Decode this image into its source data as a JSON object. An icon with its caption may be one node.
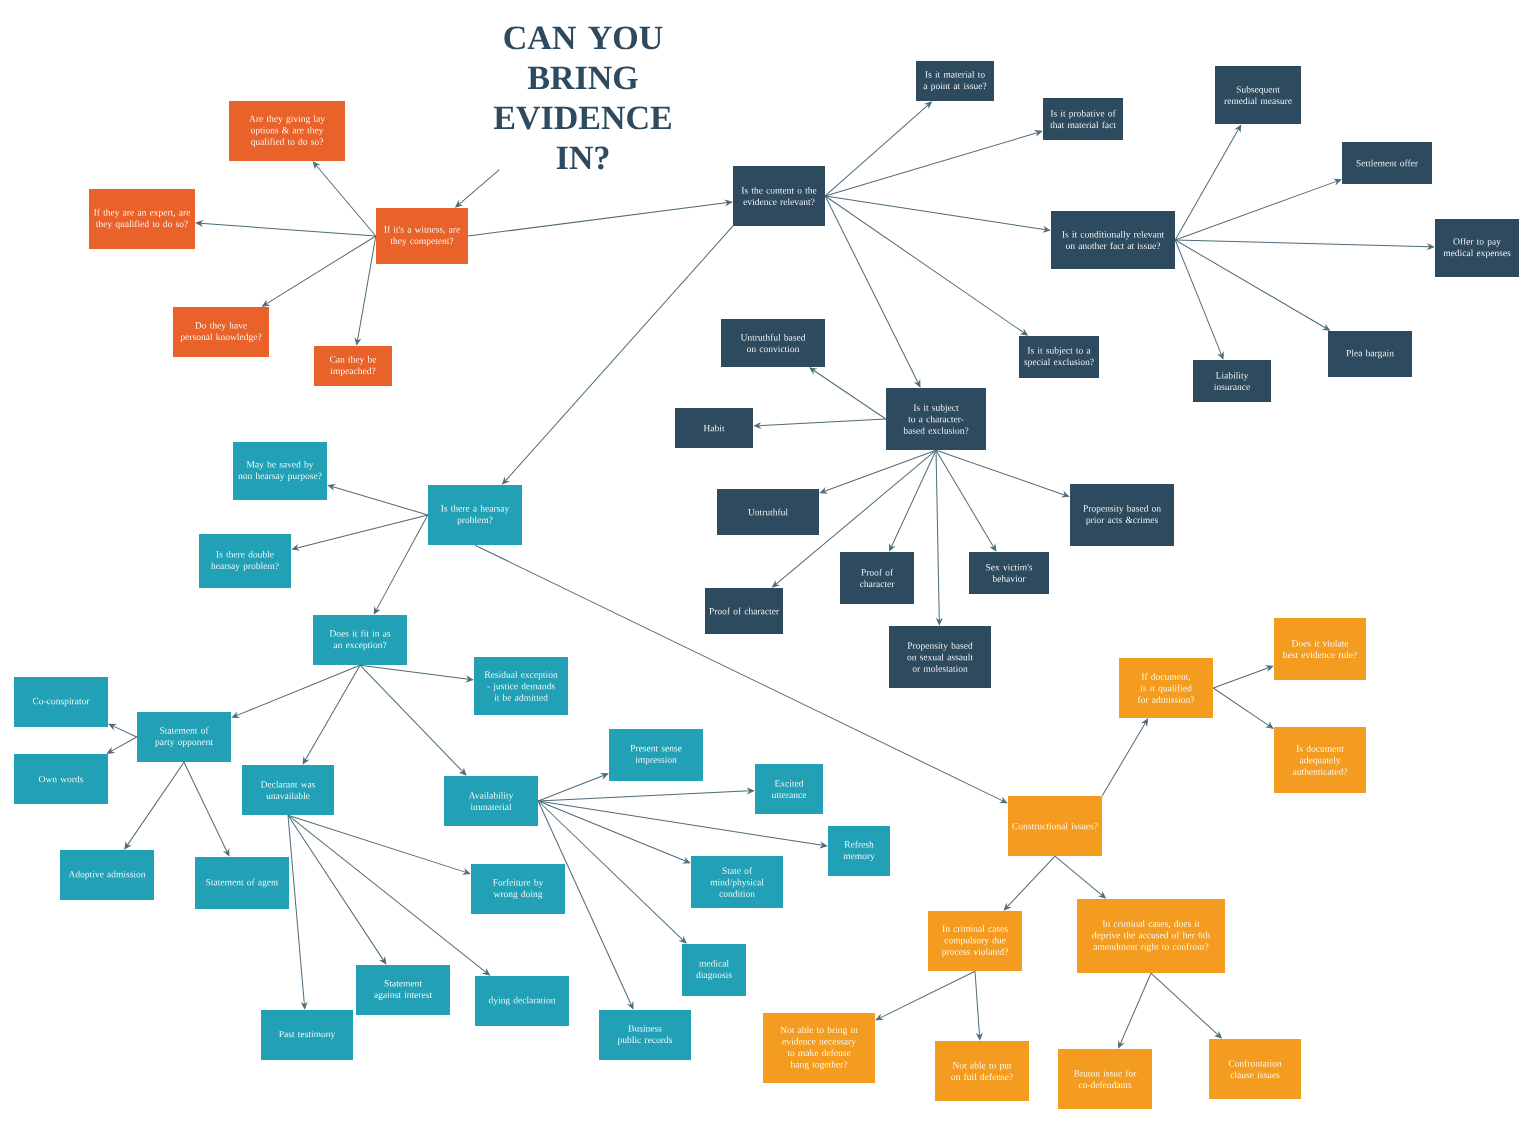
{
  "diagram": {
    "nodes": [
      {
        "text": [
          "CAN YOU BRING EVIDENCE IN?"
        ]
      },
      {
        "text": [
          "If it's a witness, are they competent?"
        ]
      },
      {
        "text": [
          "Are they giving lay options & are they qualified to do so?"
        ]
      },
      {
        "text": [
          "If they are an expert, are they qualified to do so?"
        ]
      },
      {
        "text": [
          "Do they have personal knowledge?"
        ]
      },
      {
        "text": [
          "Can they be impeached?"
        ]
      },
      {
        "text": [
          "Is the content o the evidence relevant?"
        ]
      },
      {
        "text": [
          "Is it material to a point at issue?"
        ]
      },
      {
        "text": [
          "Is it probative of that material fact"
        ]
      },
      {
        "text": [
          "Subsequent remedial measure"
        ]
      },
      {
        "text": [
          "Settlement offer"
        ]
      },
      {
        "text": [
          "Is it conditionally relevant on another fact at issue?"
        ]
      },
      {
        "text": [
          "Offer to pay medical expenses"
        ]
      },
      {
        "text": [
          "Untruthful based on conviction"
        ]
      },
      {
        "text": [
          "Is it subject to a special exclusion?"
        ]
      },
      {
        "text": [
          "Liability insurance"
        ]
      },
      {
        "text": [
          "Plea bargain"
        ]
      },
      {
        "text": [
          "Habit"
        ]
      },
      {
        "text": [
          "Is it subject to a character-based exclusion?"
        ]
      },
      {
        "text": [
          "May be saved by non hearsay purpose?"
        ]
      },
      {
        "text": [
          "Is there a hearsay problem?"
        ]
      },
      {
        "text": [
          "Untruthful"
        ]
      },
      {
        "text": [
          "Propensity based on prior acts &crimes"
        ]
      },
      {
        "text": [
          "Is there double hearsay problem?"
        ]
      },
      {
        "text": [
          "Proof of character"
        ]
      },
      {
        "text": [
          "Sex victim's behavior"
        ]
      },
      {
        "text": [
          "Proof of character"
        ]
      },
      {
        "text": [
          "Does it fit in as an exception?"
        ]
      },
      {
        "text": [
          "Propensity based on sexual assault or molestation"
        ]
      },
      {
        "text": [
          "Does it violate best evidence rule?"
        ]
      },
      {
        "text": [
          "Co-conspirator"
        ]
      },
      {
        "text": [
          "Residual exception - justice demands it be admitted"
        ]
      },
      {
        "text": [
          "If document, is it qualified for admission?"
        ]
      },
      {
        "text": [
          "Statement of party opponent"
        ]
      },
      {
        "text": [
          "Present sense impression"
        ]
      },
      {
        "text": [
          "Is document adequately authenticated?"
        ]
      },
      {
        "text": [
          "Own words"
        ]
      },
      {
        "text": [
          "Declarant was unavailable"
        ]
      },
      {
        "text": [
          "Excited utterance"
        ]
      },
      {
        "text": [
          "Availability immaterial"
        ]
      },
      {
        "text": [
          "Constructional issues?"
        ]
      },
      {
        "text": [
          "Refresh memory"
        ]
      },
      {
        "text": [
          "Adoptive admission"
        ]
      },
      {
        "text": [
          "Statement of agent"
        ]
      },
      {
        "text": [
          "Forfeiture by wrong doing"
        ]
      },
      {
        "text": [
          "State of mind/physical condition"
        ]
      },
      {
        "text": [
          "In criminal cases compulsory due process violated?"
        ]
      },
      {
        "text": [
          "In criminal cases, does it deprive the accused of her 6th amendment right to confront?"
        ]
      },
      {
        "text": [
          "medical diagnosis"
        ]
      },
      {
        "text": [
          "Statement against interest"
        ]
      },
      {
        "text": [
          "dying declaration"
        ]
      },
      {
        "text": [
          "Past testimony"
        ]
      },
      {
        "text": [
          "Business public records"
        ]
      },
      {
        "text": [
          "Not able to bring in evidence necessary to make defense hang together?"
        ]
      },
      {
        "text": [
          "Not able to put on full defense?"
        ]
      },
      {
        "text": [
          "Bruton issue for co-defendants"
        ]
      },
      {
        "text": [
          "Confrontation clause issues"
        ]
      }
    ],
    "edges": [
      {
        "from": 0,
        "to": 1,
        "arrow": "to"
      },
      {
        "from": 1,
        "to": 2,
        "arrow": "to"
      },
      {
        "from": 1,
        "to": 3,
        "arrow": "to"
      },
      {
        "from": 1,
        "to": 4,
        "arrow": "to"
      },
      {
        "from": 1,
        "to": 5,
        "arrow": "to"
      },
      {
        "from": 1,
        "to": 6,
        "arrow": "to"
      },
      {
        "from": 6,
        "to": 7,
        "arrow": "to"
      },
      {
        "from": 6,
        "to": 8,
        "arrow": "to"
      },
      {
        "from": 6,
        "to": 11,
        "arrow": "to"
      },
      {
        "from": 6,
        "to": 14,
        "arrow": "to"
      },
      {
        "from": 6,
        "to": 18,
        "arrow": "to"
      },
      {
        "from": 6,
        "to": 20,
        "arrow": "to"
      },
      {
        "from": 11,
        "to": 9,
        "arrow": "to"
      },
      {
        "from": 11,
        "to": 10,
        "arrow": "to"
      },
      {
        "from": 11,
        "to": 12,
        "arrow": "to"
      },
      {
        "from": 11,
        "to": 15,
        "arrow": "to"
      },
      {
        "from": 11,
        "to": 16,
        "arrow": "to"
      },
      {
        "from": 18,
        "to": 13,
        "arrow": "to"
      },
      {
        "from": 18,
        "to": 17,
        "arrow": "to"
      },
      {
        "from": 18,
        "to": 21,
        "arrow": "to"
      },
      {
        "from": 18,
        "to": 26,
        "arrow": "to"
      },
      {
        "from": 18,
        "to": 24,
        "arrow": "to"
      },
      {
        "from": 18,
        "to": 28,
        "arrow": "to"
      },
      {
        "from": 18,
        "to": 25,
        "arrow": "to"
      },
      {
        "from": 18,
        "to": 22,
        "arrow": "to"
      },
      {
        "from": 20,
        "to": 19,
        "arrow": "to"
      },
      {
        "from": 20,
        "to": 23,
        "arrow": "to"
      },
      {
        "from": 20,
        "to": 27,
        "arrow": "to"
      },
      {
        "from": 20,
        "to": 40,
        "arrow": "to"
      },
      {
        "from": 27,
        "to": 33,
        "arrow": "to"
      },
      {
        "from": 27,
        "to": 37,
        "arrow": "to"
      },
      {
        "from": 27,
        "to": 39,
        "arrow": "to"
      },
      {
        "from": 27,
        "to": 31,
        "arrow": "to"
      },
      {
        "from": 33,
        "to": 30,
        "arrow": "to"
      },
      {
        "from": 33,
        "to": 36,
        "arrow": "to"
      },
      {
        "from": 33,
        "to": 42,
        "arrow": "to"
      },
      {
        "from": 33,
        "to": 43,
        "arrow": "to"
      },
      {
        "from": 37,
        "to": 51,
        "arrow": "to"
      },
      {
        "from": 37,
        "to": 49,
        "arrow": "to"
      },
      {
        "from": 37,
        "to": 50,
        "arrow": "to"
      },
      {
        "from": 37,
        "to": 44,
        "arrow": "to"
      },
      {
        "from": 39,
        "to": 34,
        "arrow": "to"
      },
      {
        "from": 39,
        "to": 38,
        "arrow": "to"
      },
      {
        "from": 39,
        "to": 41,
        "arrow": "to"
      },
      {
        "from": 39,
        "to": 45,
        "arrow": "to"
      },
      {
        "from": 39,
        "to": 48,
        "arrow": "to"
      },
      {
        "from": 39,
        "to": 52,
        "arrow": "to"
      },
      {
        "from": 40,
        "to": 32,
        "arrow": "to"
      },
      {
        "from": 40,
        "to": 46,
        "arrow": "to"
      },
      {
        "from": 40,
        "to": 47,
        "arrow": "to"
      },
      {
        "from": 32,
        "to": 29,
        "arrow": "to"
      },
      {
        "from": 32,
        "to": 35,
        "arrow": "to"
      },
      {
        "from": 46,
        "to": 53,
        "arrow": "to"
      },
      {
        "from": 46,
        "to": 54,
        "arrow": "to"
      },
      {
        "from": 47,
        "to": 55,
        "arrow": "to"
      },
      {
        "from": 47,
        "to": 56,
        "arrow": "to"
      }
    ]
  }
}
